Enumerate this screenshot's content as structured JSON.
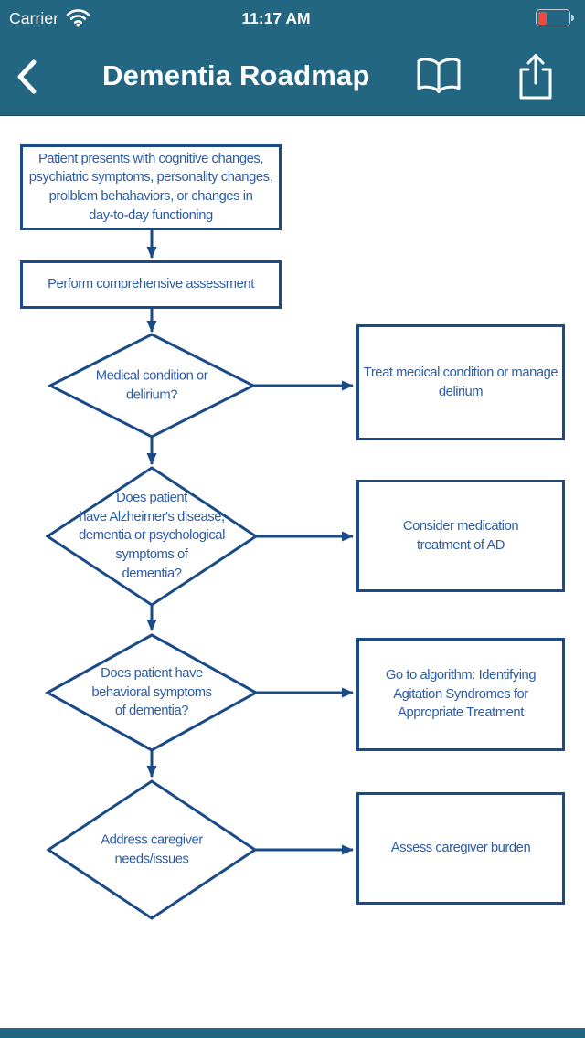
{
  "status_bar": {
    "carrier": "Carrier",
    "time": "11:17 AM",
    "wifi_icon": "wifi-icon",
    "battery_icon": "battery-icon",
    "battery_level_color": "#ec4b42"
  },
  "nav_bar": {
    "title": "Dementia Roadmap",
    "back_icon": "chevron-left-icon",
    "bookmarks_icon": "book-icon",
    "share_icon": "share-icon"
  },
  "theme": {
    "header_bg": "#226682",
    "flow_line_color": "#1a4b87",
    "flow_text_color": "#2d5ca6",
    "canvas_bg": "#ffffff"
  },
  "flowchart": {
    "start": {
      "type": "process",
      "text": "Patient presents with cognitive changes,\npsychiatric symptoms, personality changes,\nprolblem behahaviors, or changes in\nday-to-day functioning"
    },
    "assessment": {
      "type": "process",
      "text": "Perform comprehensive assessment"
    },
    "decision_medical": {
      "type": "decision",
      "text": "Medical condition or\ndelirium?"
    },
    "action_treat": {
      "type": "process",
      "text": "Treat medical condition or manage\ndelirium"
    },
    "decision_alzheimers": {
      "type": "decision",
      "text": "Does patient\nhave Alzheimer's disease,\ndementia or psychological\nsymptoms of\ndementia?"
    },
    "action_medication": {
      "type": "process",
      "text": "Consider medication\ntreatment of AD"
    },
    "decision_behavioral": {
      "type": "decision",
      "text": "Does patient have\nbehavioral symptoms\nof dementia?"
    },
    "action_algorithm": {
      "type": "process",
      "text": "Go to algorithm: Identifying\nAgitation Syndromes for\nAppropriate Treatment"
    },
    "decision_caregiver": {
      "type": "decision",
      "text": "Address caregiver\nneeds/issues"
    },
    "action_burden": {
      "type": "process",
      "text": "Assess caregiver burden"
    }
  }
}
